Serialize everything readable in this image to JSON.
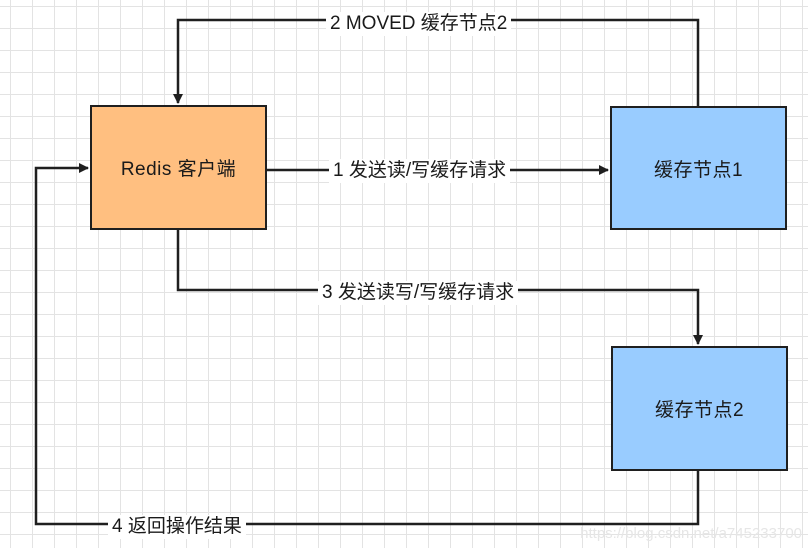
{
  "nodes": {
    "client": "Redis 客户端",
    "node1": "缓存节点1",
    "node2": "缓存节点2"
  },
  "edges": {
    "moved": "2 MOVED 缓存节点2",
    "send1": "1 发送读/写缓存请求",
    "send3": "3 发送读写/写缓存请求",
    "ret4": "4 返回操作结果"
  },
  "watermark": "https://blog.csdn.net/a745233700",
  "colors": {
    "client_fill": "#ffbf80",
    "cache_node_fill": "#99ccff",
    "stroke": "#1f1f1f"
  }
}
